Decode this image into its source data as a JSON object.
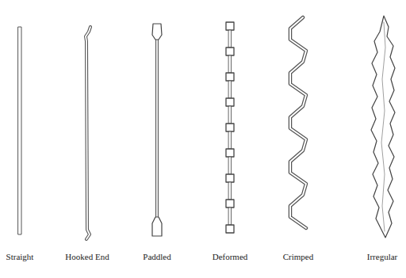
{
  "diagram": {
    "labels": [
      "Straight",
      "Hooked End",
      "Paddled",
      "Deformed",
      "Crimped",
      "Irregular"
    ]
  }
}
